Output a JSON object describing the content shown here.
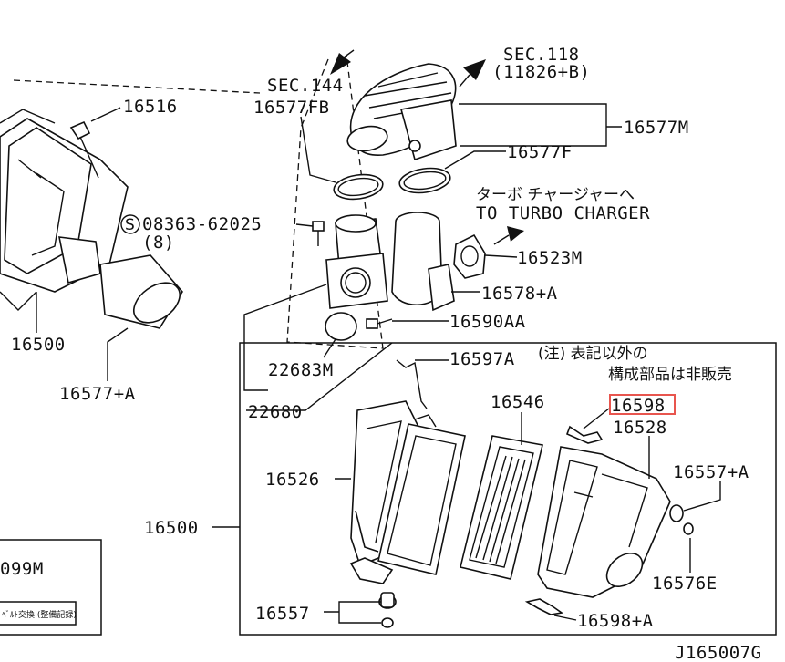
{
  "diagram_id": "J165007G",
  "parts": {
    "p16516": "16516",
    "sec144": "SEC.144",
    "p16577FB": "16577FB",
    "sec118": "SEC.118",
    "sec118_sub": "(11826+B)",
    "p16577M": "16577M",
    "p16577F": "16577F",
    "turbo_jp": "ターボ チャージャーへ",
    "turbo_en": "TO TURBO CHARGER",
    "bolt_code": "08363-62025",
    "bolt_qty": "(8)",
    "p16523M": "16523M",
    "p16578A": "16578+A",
    "p16590AA": "16590AA",
    "p16500_left": "16500",
    "p16577A": "16577+A",
    "p22683M": "22683M",
    "p22680": "22680",
    "p16597A": "16597A",
    "note_line1": "(注) 表記以外の",
    "note_line2": "構成部品は非販売",
    "p16546": "16546",
    "p16598": "16598",
    "p16528": "16528",
    "p16557A": "16557+A",
    "p16526": "16526",
    "p16500_box": "16500",
    "p16576E": "16576E",
    "p16557": "16557",
    "p16598A": "16598+A",
    "p099M": "099M",
    "label_jp_small": "ﾍﾞﾙﾄ交換 (整備記録)"
  },
  "highlight": {
    "part": "16598",
    "color": "#e8554e"
  }
}
